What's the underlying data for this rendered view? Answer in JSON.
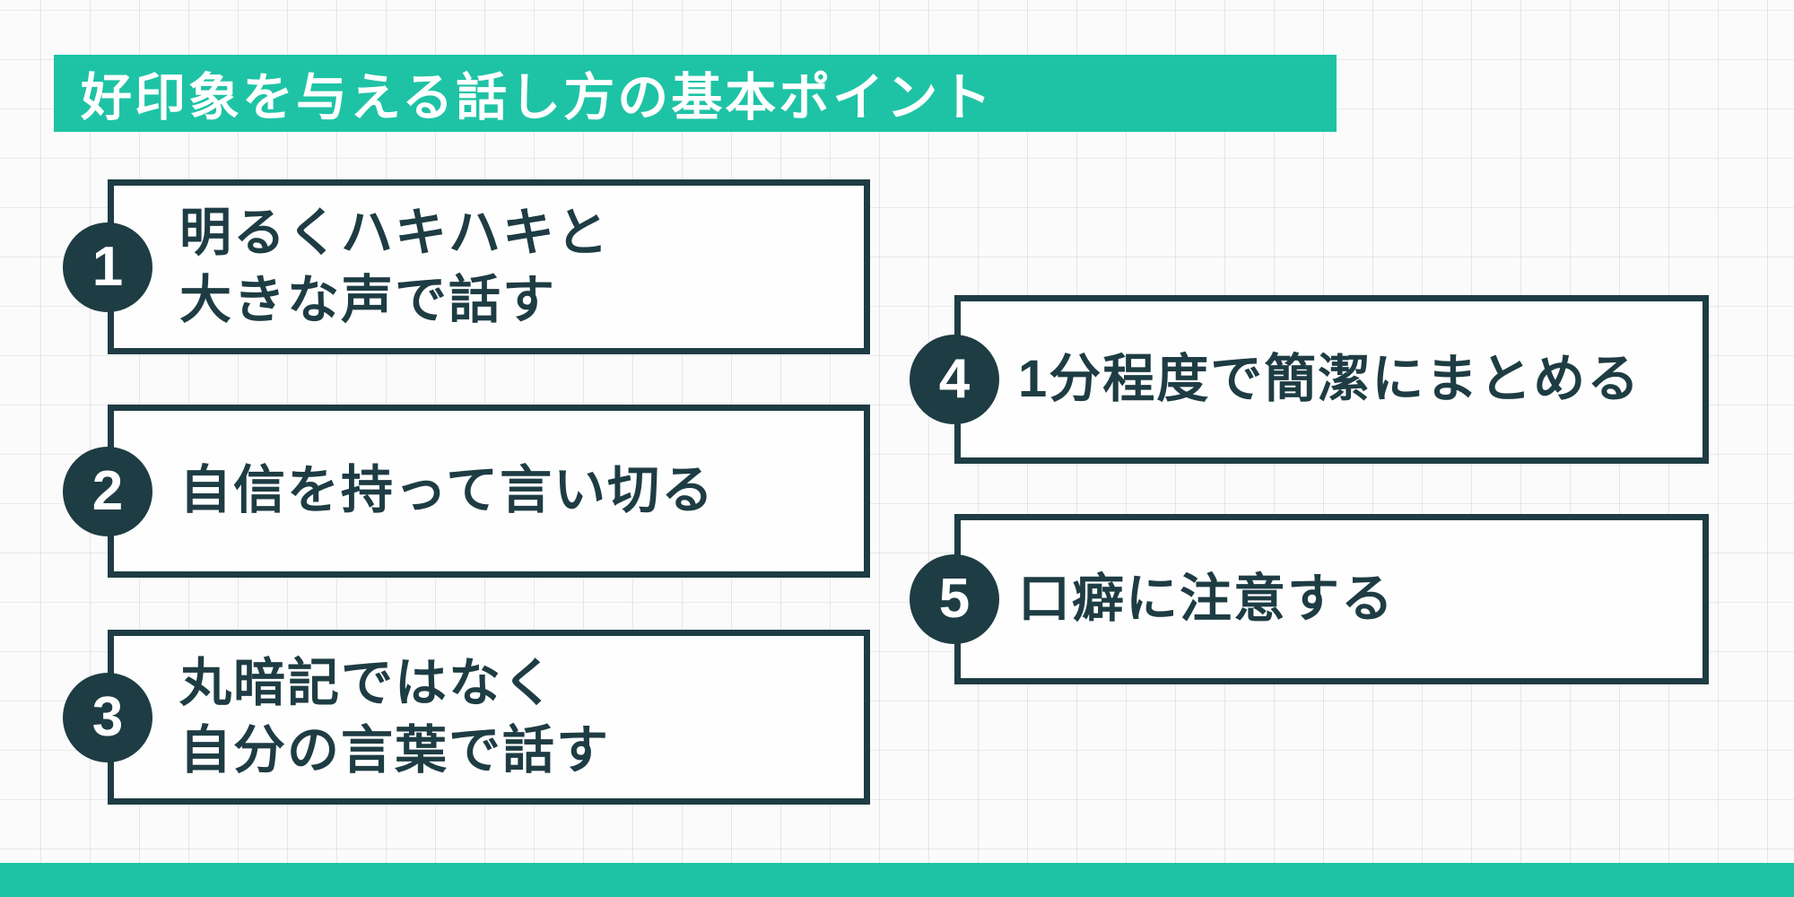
{
  "title": "好印象を与える話し方の基本ポイント",
  "theme": {
    "accent_teal": "#1ec3a5",
    "dark_teal": "#1e3c43",
    "box_background": "#fefefe",
    "grid_background": "#fbfbfb"
  },
  "points": [
    {
      "number": "1",
      "lines": [
        "明るくハキハキと",
        "大きな声で話す"
      ]
    },
    {
      "number": "2",
      "lines": [
        "自信を持って言い切る"
      ]
    },
    {
      "number": "3",
      "lines": [
        "丸暗記ではなく",
        "自分の言葉で話す"
      ]
    },
    {
      "number": "4",
      "lines": [
        "1分程度で簡潔にまとめる"
      ]
    },
    {
      "number": "5",
      "lines": [
        "口癖に注意する"
      ]
    }
  ]
}
